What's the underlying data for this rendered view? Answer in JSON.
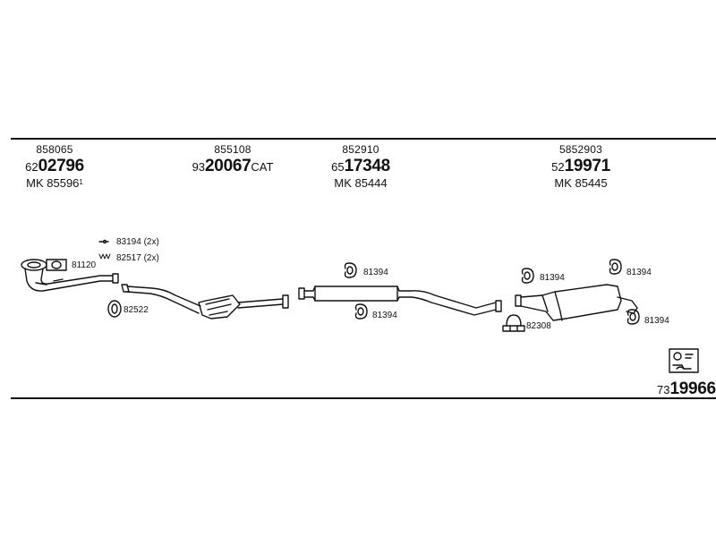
{
  "columns": [
    {
      "code": "858065",
      "prefix": "62",
      "number": "02796",
      "suffix": "",
      "mk_label": "MK",
      "mk_value": "85596",
      "mk_sup": "1"
    },
    {
      "code": "855108",
      "prefix": "93",
      "number": "20067",
      "suffix": "CAT",
      "mk_label": "",
      "mk_value": "",
      "mk_sup": ""
    },
    {
      "code": "852910",
      "prefix": "65",
      "number": "17348",
      "suffix": "",
      "mk_label": "MK",
      "mk_value": "85444",
      "mk_sup": ""
    },
    {
      "code": "5852903",
      "prefix": "52",
      "number": "19971",
      "suffix": "",
      "mk_label": "MK",
      "mk_value": "85445",
      "mk_sup": ""
    }
  ],
  "part_labels": {
    "clamp_top": "83194 (2x)",
    "spring": "82517 (2x)",
    "gasket": "81120",
    "ring": "82522",
    "hanger_mid_top": "81394",
    "hanger_mid_bottom": "81394",
    "hanger_rear_left": "81394",
    "hanger_rear_right_top": "81394",
    "hanger_rear_right_bottom": "81394",
    "clamp_rear": "82308"
  },
  "kit": {
    "prefix": "73",
    "number": "19966",
    "icon": "parts-kit-icon"
  }
}
